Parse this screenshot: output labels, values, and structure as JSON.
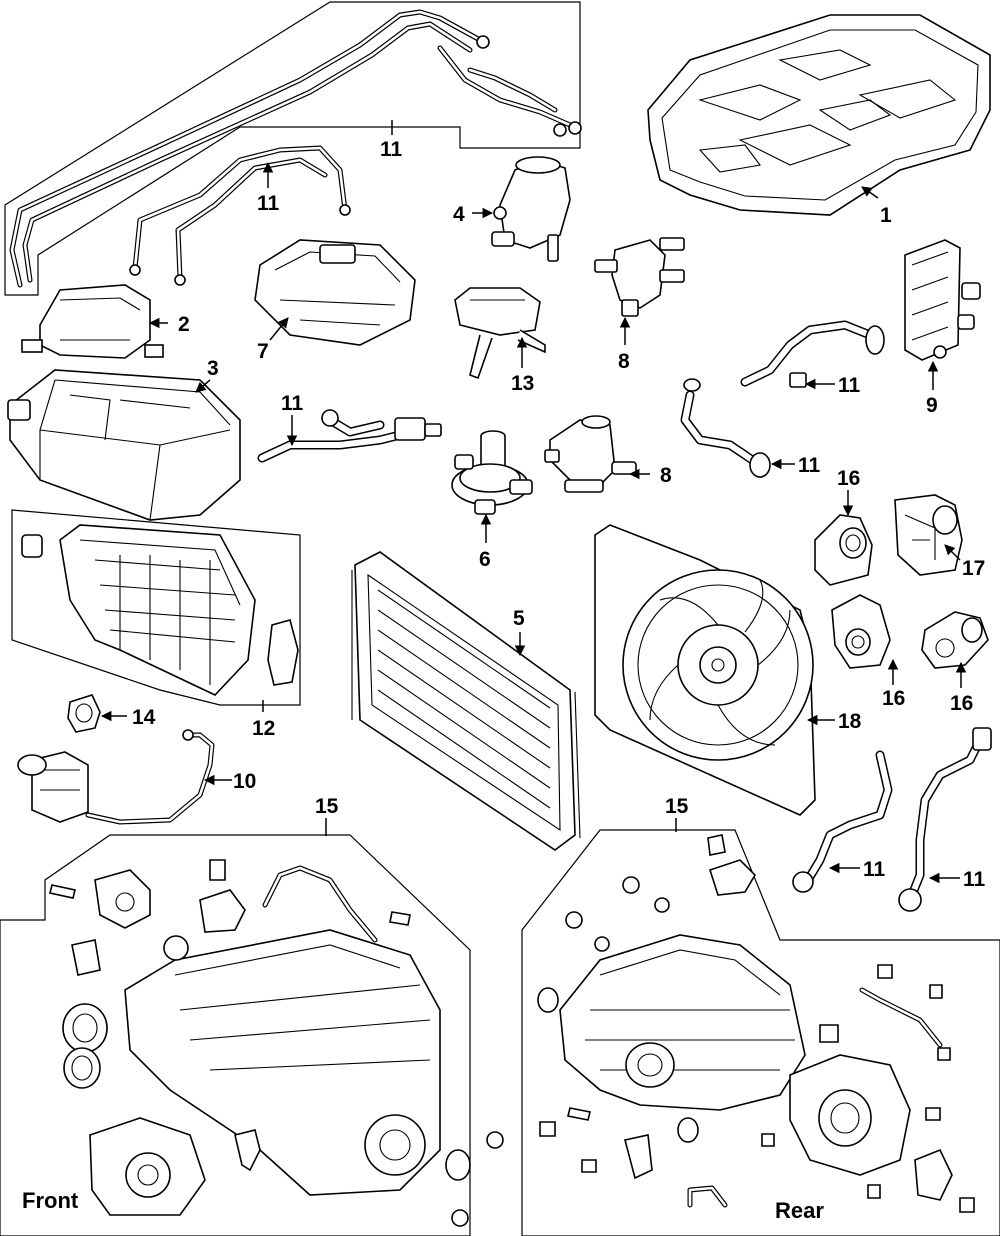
{
  "callouts": {
    "c1": "1",
    "c2": "2",
    "c3": "3",
    "c4": "4",
    "c5": "5",
    "c6": "6",
    "c7": "7",
    "c8a": "8",
    "c8b": "8",
    "c9": "9",
    "c10": "10",
    "c11a": "11",
    "c11b": "11",
    "c11c": "11",
    "c11d": "11",
    "c11e": "11",
    "c11f": "11",
    "c11g": "11",
    "c12": "12",
    "c13": "13",
    "c14": "14",
    "c15a": "15",
    "c15b": "15",
    "c16a": "16",
    "c16b": "16",
    "c16c": "16",
    "c17": "17",
    "c18": "18"
  },
  "captions": {
    "front": "Front",
    "rear": "Rear"
  },
  "colors": {
    "line": "#000000",
    "background": "#ffffff"
  }
}
